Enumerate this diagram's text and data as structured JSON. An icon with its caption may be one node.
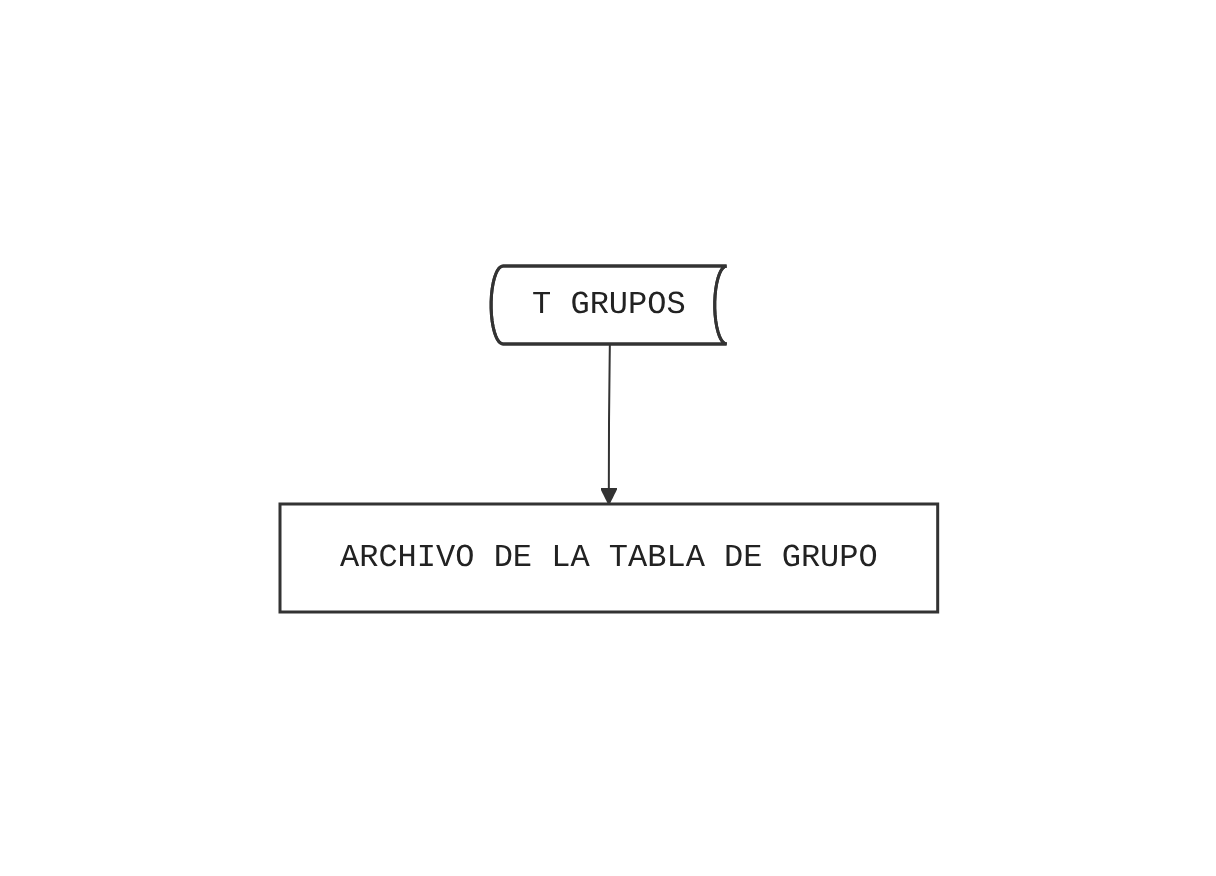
{
  "diagram": {
    "nodes": [
      {
        "text": [
          "T GRUPOS"
        ]
      },
      {
        "text": [
          "ARCHIVO DE LA TABLA DE GRUPO"
        ]
      }
    ],
    "edges": [
      {
        "from": 0,
        "to": 1,
        "arrow": "to"
      }
    ]
  }
}
